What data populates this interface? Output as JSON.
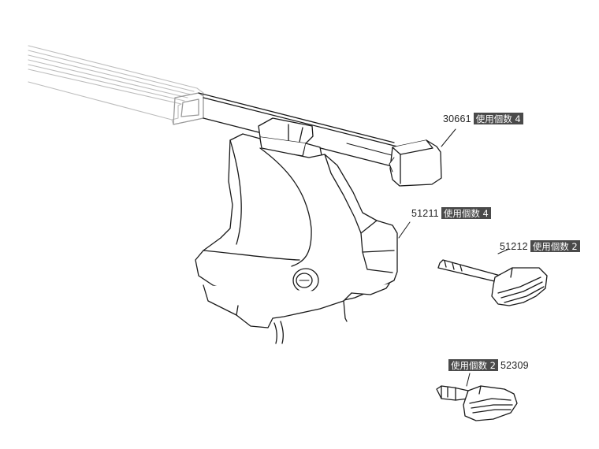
{
  "parts": [
    {
      "id": "end-cap",
      "part_number": "30661",
      "qty_label": "使用個数 4"
    },
    {
      "id": "foot",
      "part_number": "51211",
      "qty_label": "使用個数 4"
    },
    {
      "id": "t-bolt",
      "part_number": "51212",
      "qty_label": "使用個数 2"
    },
    {
      "id": "key",
      "part_number": "52309",
      "qty_label": "使用個数 2"
    }
  ],
  "colors": {
    "outline": "#1a1a1a",
    "qty_tag_bg": "#4a4a4a",
    "qty_tag_text": "#ffffff",
    "bar_tone": "#bdbdbd"
  }
}
